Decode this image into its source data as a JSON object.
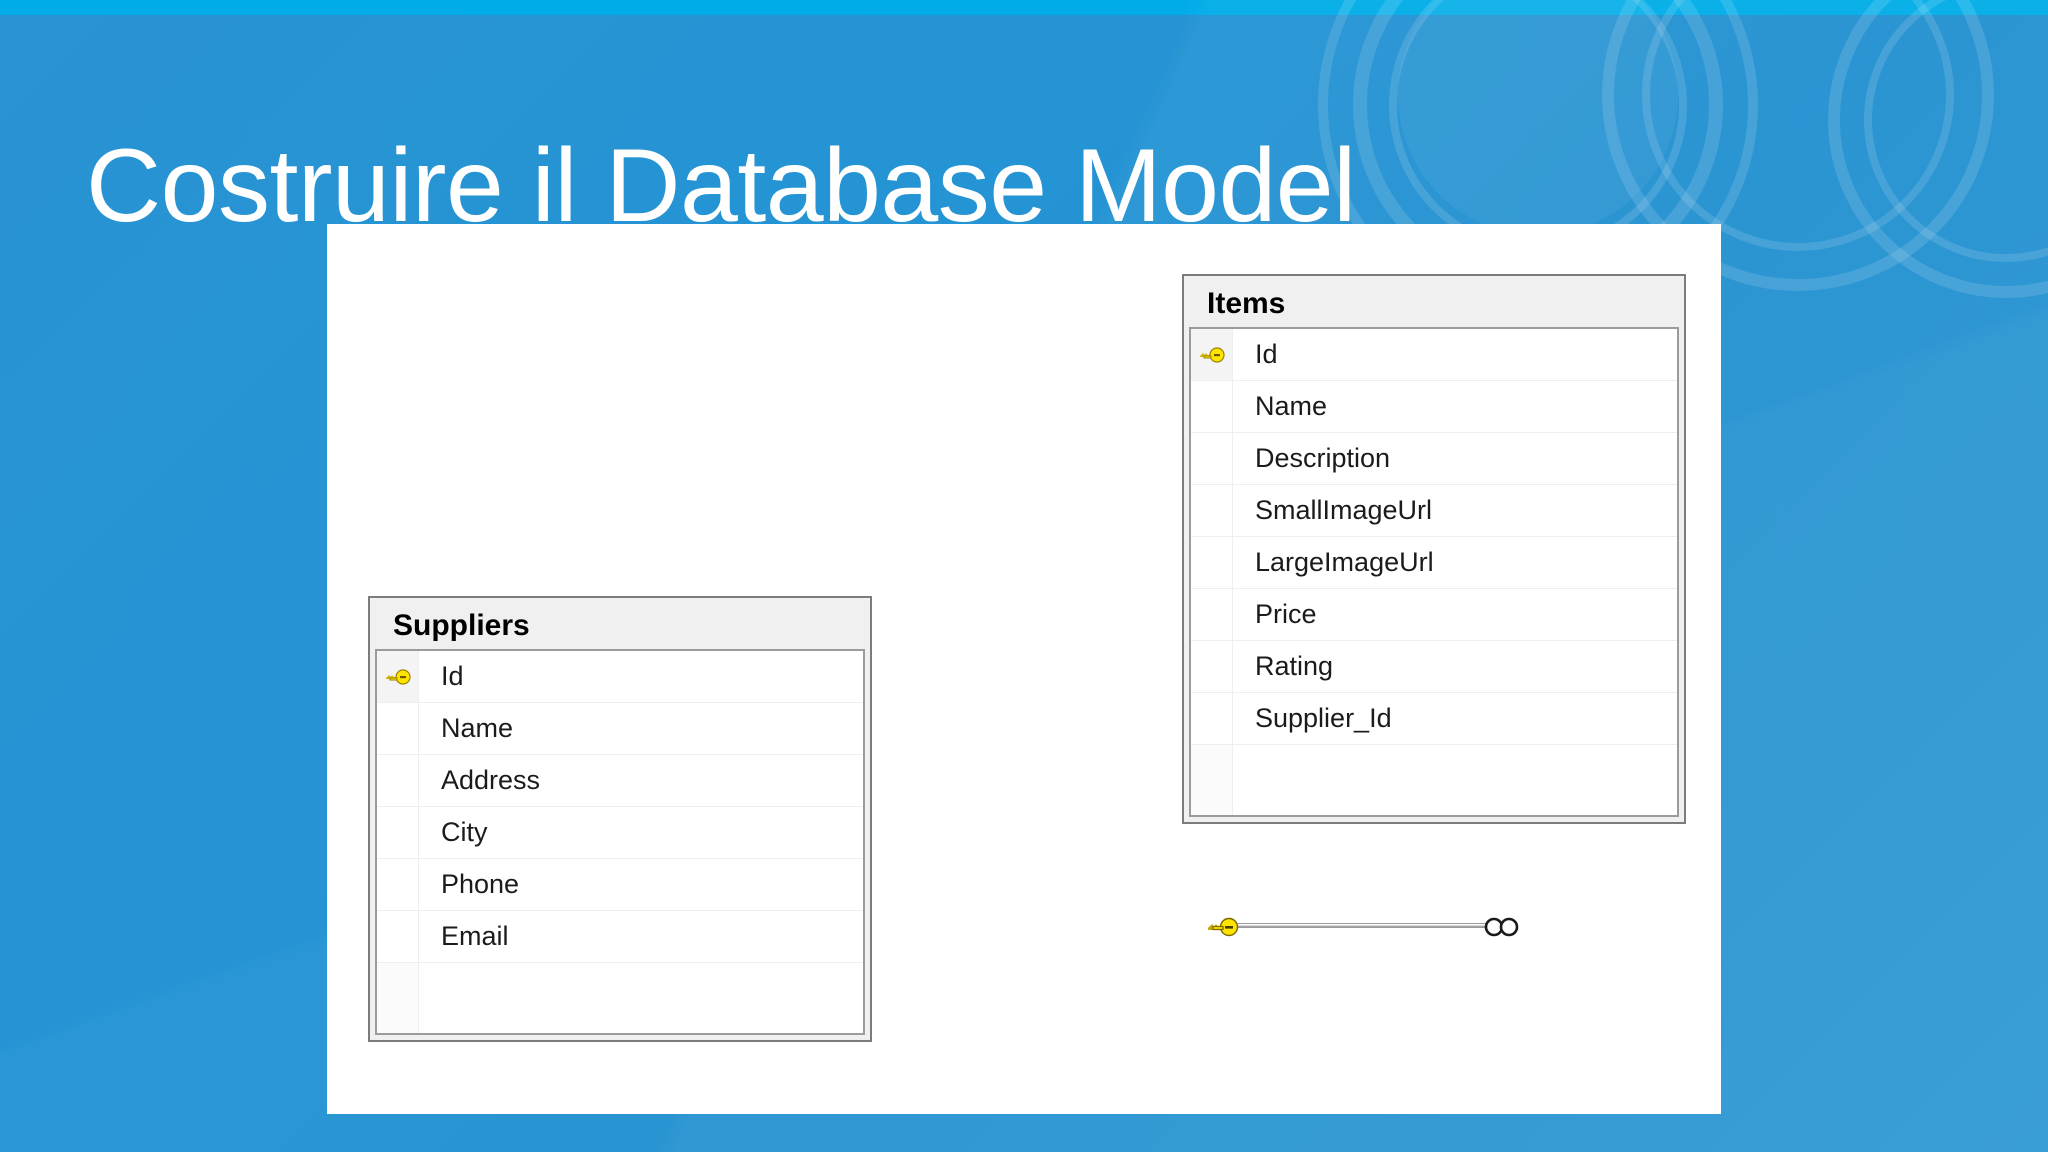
{
  "slide": {
    "title": "Costruire il Database Model",
    "accent_top_bar_color": "#00ace8",
    "background_color": "#2b96d3",
    "canvas_color": "#ffffff"
  },
  "diagram": {
    "type": "entity-relationship",
    "tables": [
      {
        "name": "Suppliers",
        "fields": [
          {
            "label": "Id",
            "primary_key": true
          },
          {
            "label": "Name",
            "primary_key": false
          },
          {
            "label": "Address",
            "primary_key": false
          },
          {
            "label": "City",
            "primary_key": false
          },
          {
            "label": "Phone",
            "primary_key": false
          },
          {
            "label": "Email",
            "primary_key": false
          }
        ]
      },
      {
        "name": "Items",
        "fields": [
          {
            "label": "Id",
            "primary_key": true
          },
          {
            "label": "Name",
            "primary_key": false
          },
          {
            "label": "Description",
            "primary_key": false
          },
          {
            "label": "SmallImageUrl",
            "primary_key": false
          },
          {
            "label": "LargeImageUrl",
            "primary_key": false
          },
          {
            "label": "Price",
            "primary_key": false
          },
          {
            "label": "Rating",
            "primary_key": false
          },
          {
            "label": "Supplier_Id",
            "primary_key": false
          }
        ]
      }
    ],
    "relationship": {
      "from_table": "Suppliers",
      "from_field": "Id",
      "to_table": "Items",
      "to_field": "Supplier_Id",
      "from_cardinality": "one",
      "to_cardinality": "many",
      "from_marker": "key-icon",
      "to_marker": "infinity-icon"
    }
  }
}
